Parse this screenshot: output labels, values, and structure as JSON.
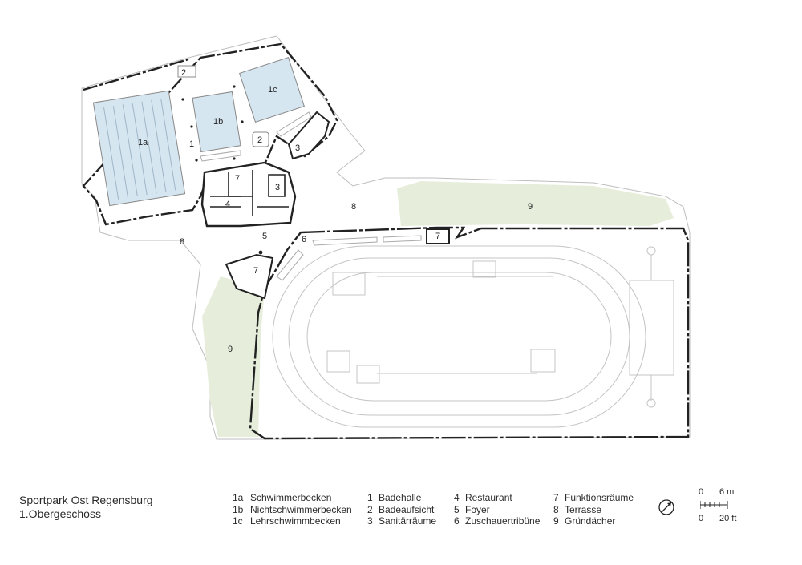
{
  "title": {
    "name": "Sportpark Ost Regensburg",
    "level": "1.Obergeschoss"
  },
  "plan_labels": {
    "pool_1a": "1a",
    "pool_1b": "1b",
    "pool_1c": "1c",
    "hall": "1",
    "supervision_a": "2",
    "supervision_b": "2",
    "sanitary_a": "3",
    "sanitary_b": "3",
    "restaurant": "4",
    "foyer": "5",
    "grandstand": "6",
    "function_a": "7",
    "function_b": "7",
    "function_c": "7",
    "terrace_a": "8",
    "terrace_b": "8",
    "green_roof_a": "9",
    "green_roof_b": "9"
  },
  "legend": {
    "col1": [
      {
        "key": "1a",
        "text": "Schwimmerbecken"
      },
      {
        "key": "1b",
        "text": "Nichtschwimmerbecken"
      },
      {
        "key": "1c",
        "text": "Lehrschwimmbecken"
      }
    ],
    "col2": [
      {
        "key": "1",
        "text": "Badehalle"
      },
      {
        "key": "2",
        "text": "Badeaufsicht"
      },
      {
        "key": "3",
        "text": "Sanitärräume"
      }
    ],
    "col3": [
      {
        "key": "4",
        "text": "Restaurant"
      },
      {
        "key": "5",
        "text": "Foyer"
      },
      {
        "key": "6",
        "text": "Zuschauertribüne"
      }
    ],
    "col4": [
      {
        "key": "7",
        "text": "Funktionsräume"
      },
      {
        "key": "8",
        "text": "Terrasse"
      },
      {
        "key": "9",
        "text": "Gründächer"
      }
    ]
  },
  "scale": {
    "metric_zero": "0",
    "metric_value": "6 m",
    "imperial_zero": "0",
    "imperial_value": "20 ft"
  },
  "colors": {
    "water": "#d6e6f1",
    "green_roof": "#e6eedb",
    "outline": "#222222",
    "thin_line": "#bdbdbd"
  }
}
